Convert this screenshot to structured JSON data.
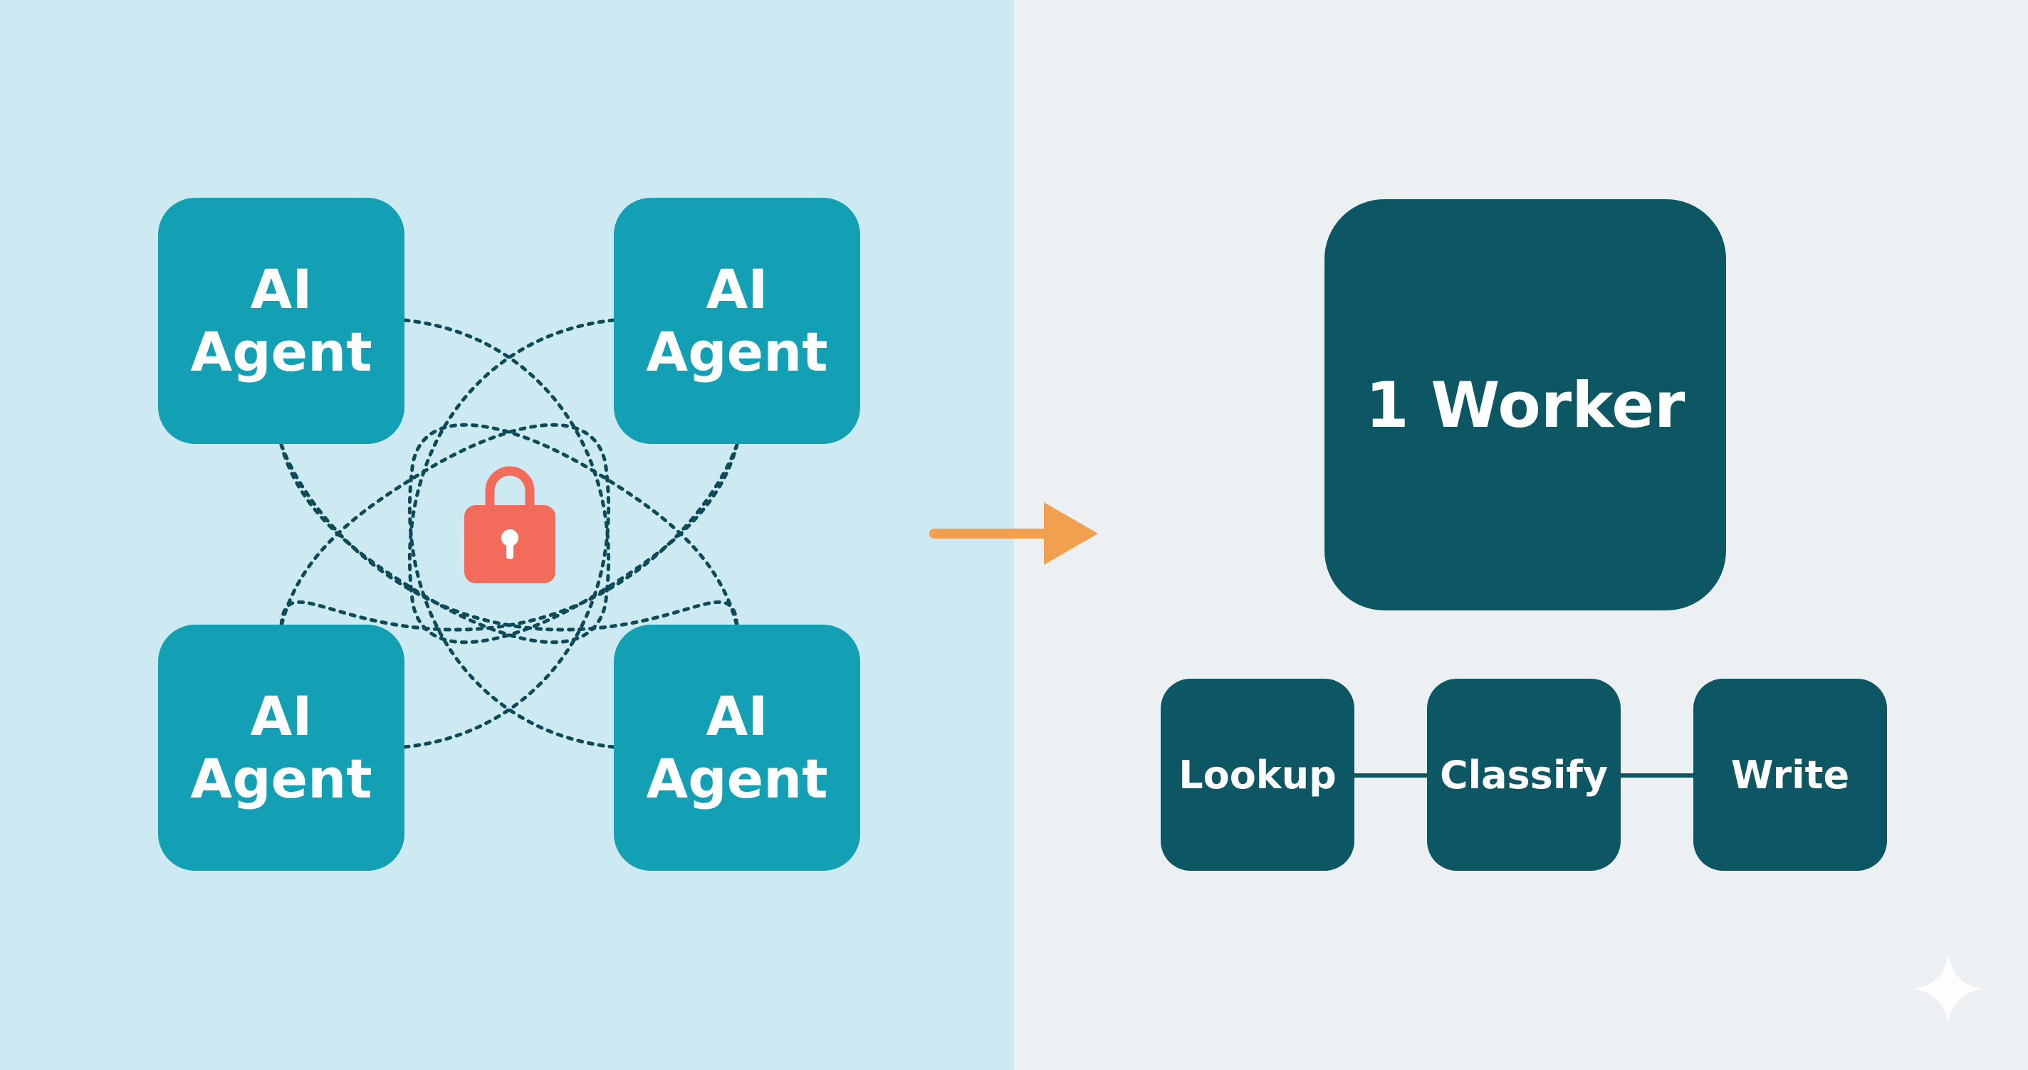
{
  "colors": {
    "left_background": "#cde9f1",
    "right_background": "#ecf0f2",
    "agent_box": "#13a0b5",
    "worker_box": "#0d5764",
    "connector_dots": "#0d4b58",
    "lock": "#f26b5b",
    "arrow": "#f0a04f"
  },
  "left_panel": {
    "agents": [
      {
        "label": "AI Agent"
      },
      {
        "label": "AI Agent"
      },
      {
        "label": "AI Agent"
      },
      {
        "label": "AI Agent"
      }
    ],
    "center_icon": "lock-icon"
  },
  "transition_icon": "arrow-right-icon",
  "right_panel": {
    "worker_label": "1 Worker",
    "steps": [
      {
        "label": "Lookup"
      },
      {
        "label": "Classify"
      },
      {
        "label": "Write"
      }
    ]
  },
  "corner_icon": "sparkle-icon"
}
